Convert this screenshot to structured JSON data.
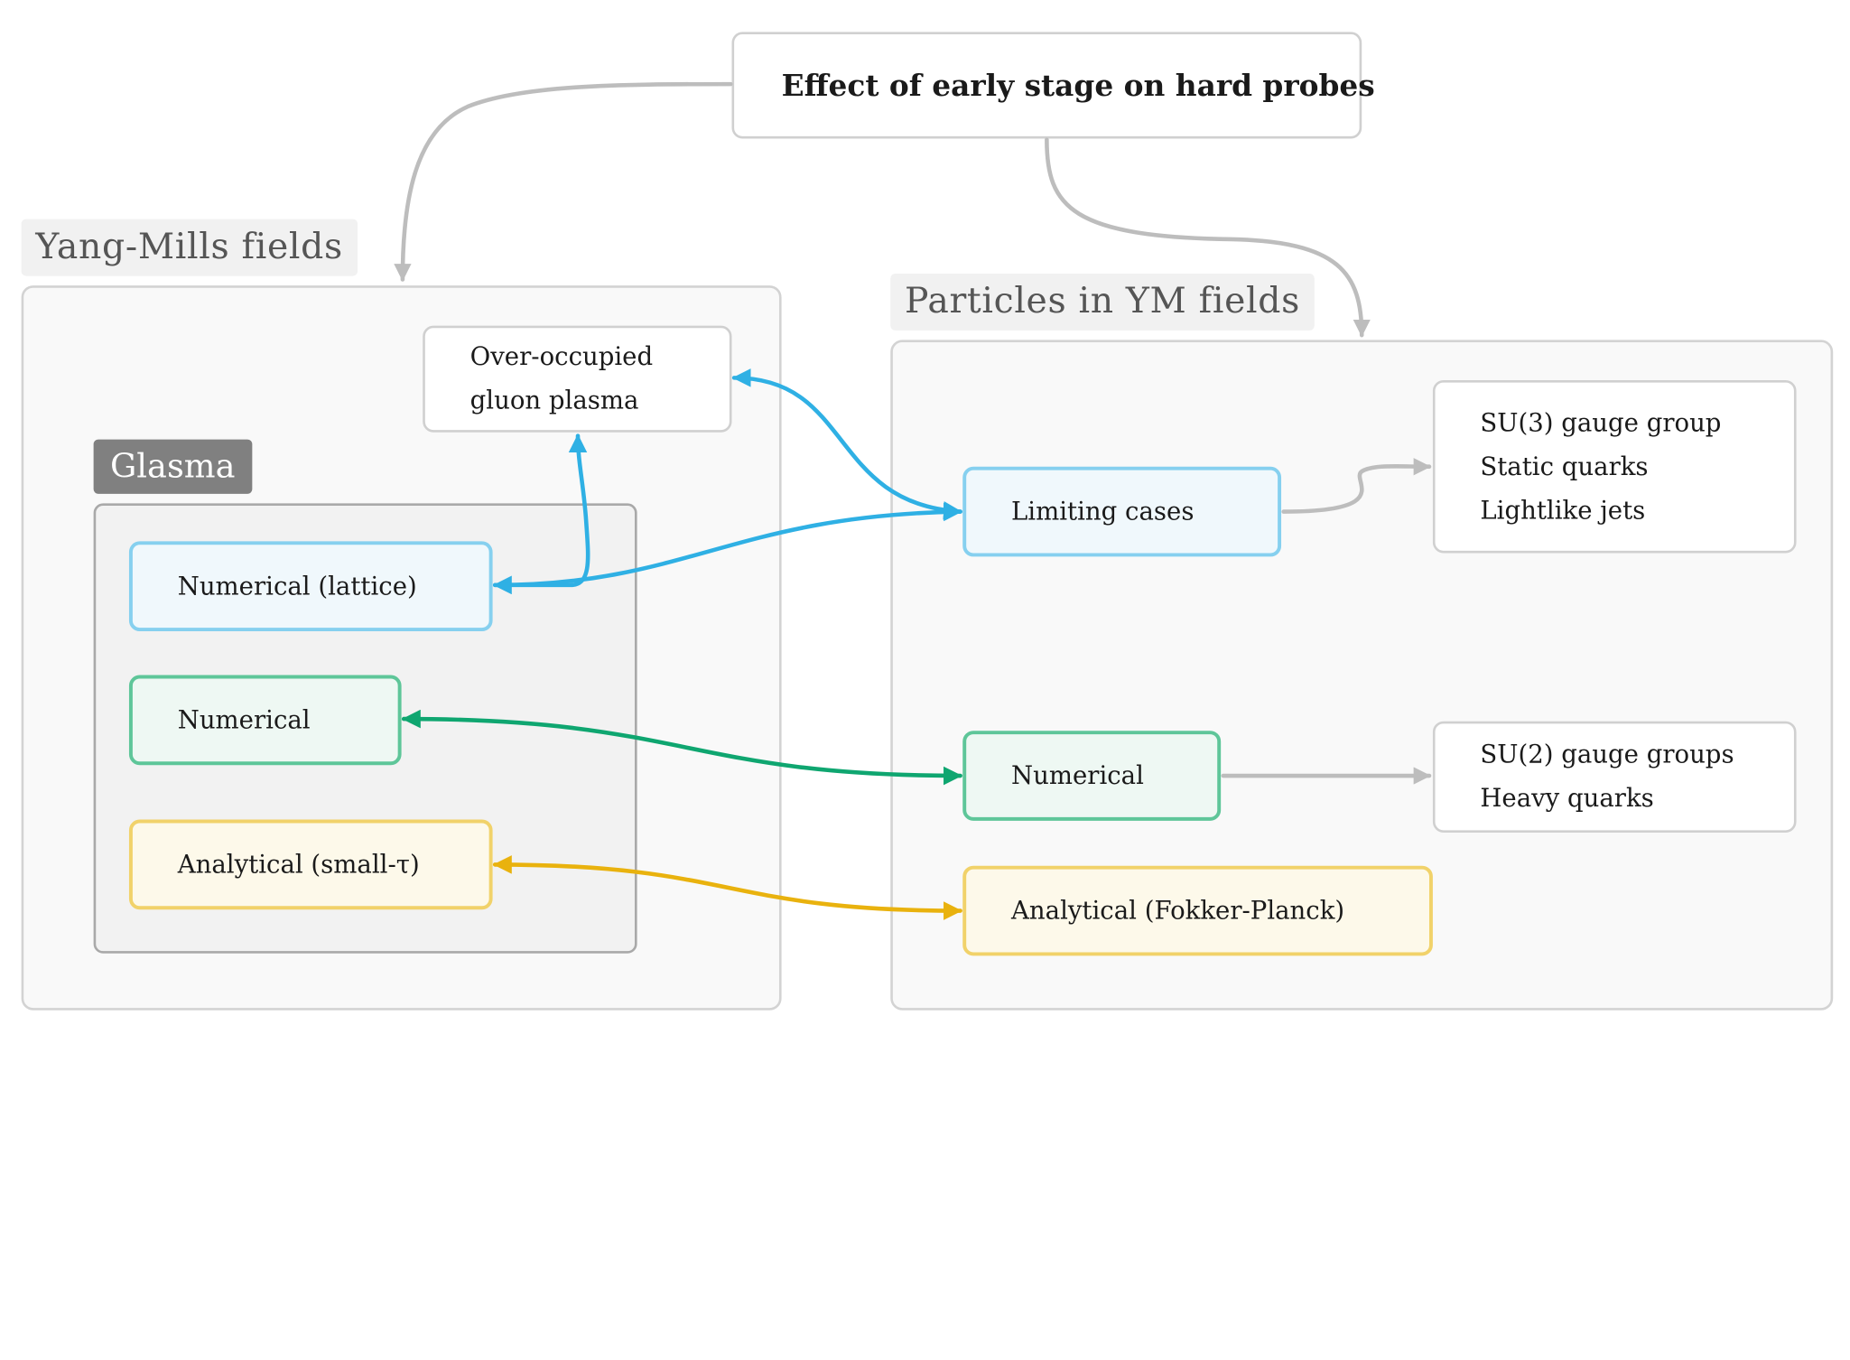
{
  "root": {
    "label": "Effect of early stage on hard probes"
  },
  "yang_mills": {
    "title": "Yang-Mills fields",
    "over_occupied": [
      "Over-occupied",
      "gluon plasma"
    ],
    "glasma": {
      "label": "Glasma",
      "lattice": "Numerical (lattice)",
      "numerical": "Numerical",
      "analytical": "Analytical (small-τ)"
    }
  },
  "particles": {
    "title": "Particles in YM fields",
    "limiting": "Limiting cases",
    "limiting_details": [
      "SU(3) gauge group",
      "Static quarks",
      "Lightlike jets"
    ],
    "numerical": "Numerical",
    "numerical_details": [
      "SU(2) gauge groups",
      "Heavy quarks"
    ],
    "analytical": "Analytical (Fokker-Planck)"
  },
  "colors": {
    "gray_edge": "#bdbdbd",
    "blue_edge": "#2fb0e4",
    "green_edge": "#0fa670",
    "yellow_edge": "#e9b20e"
  }
}
